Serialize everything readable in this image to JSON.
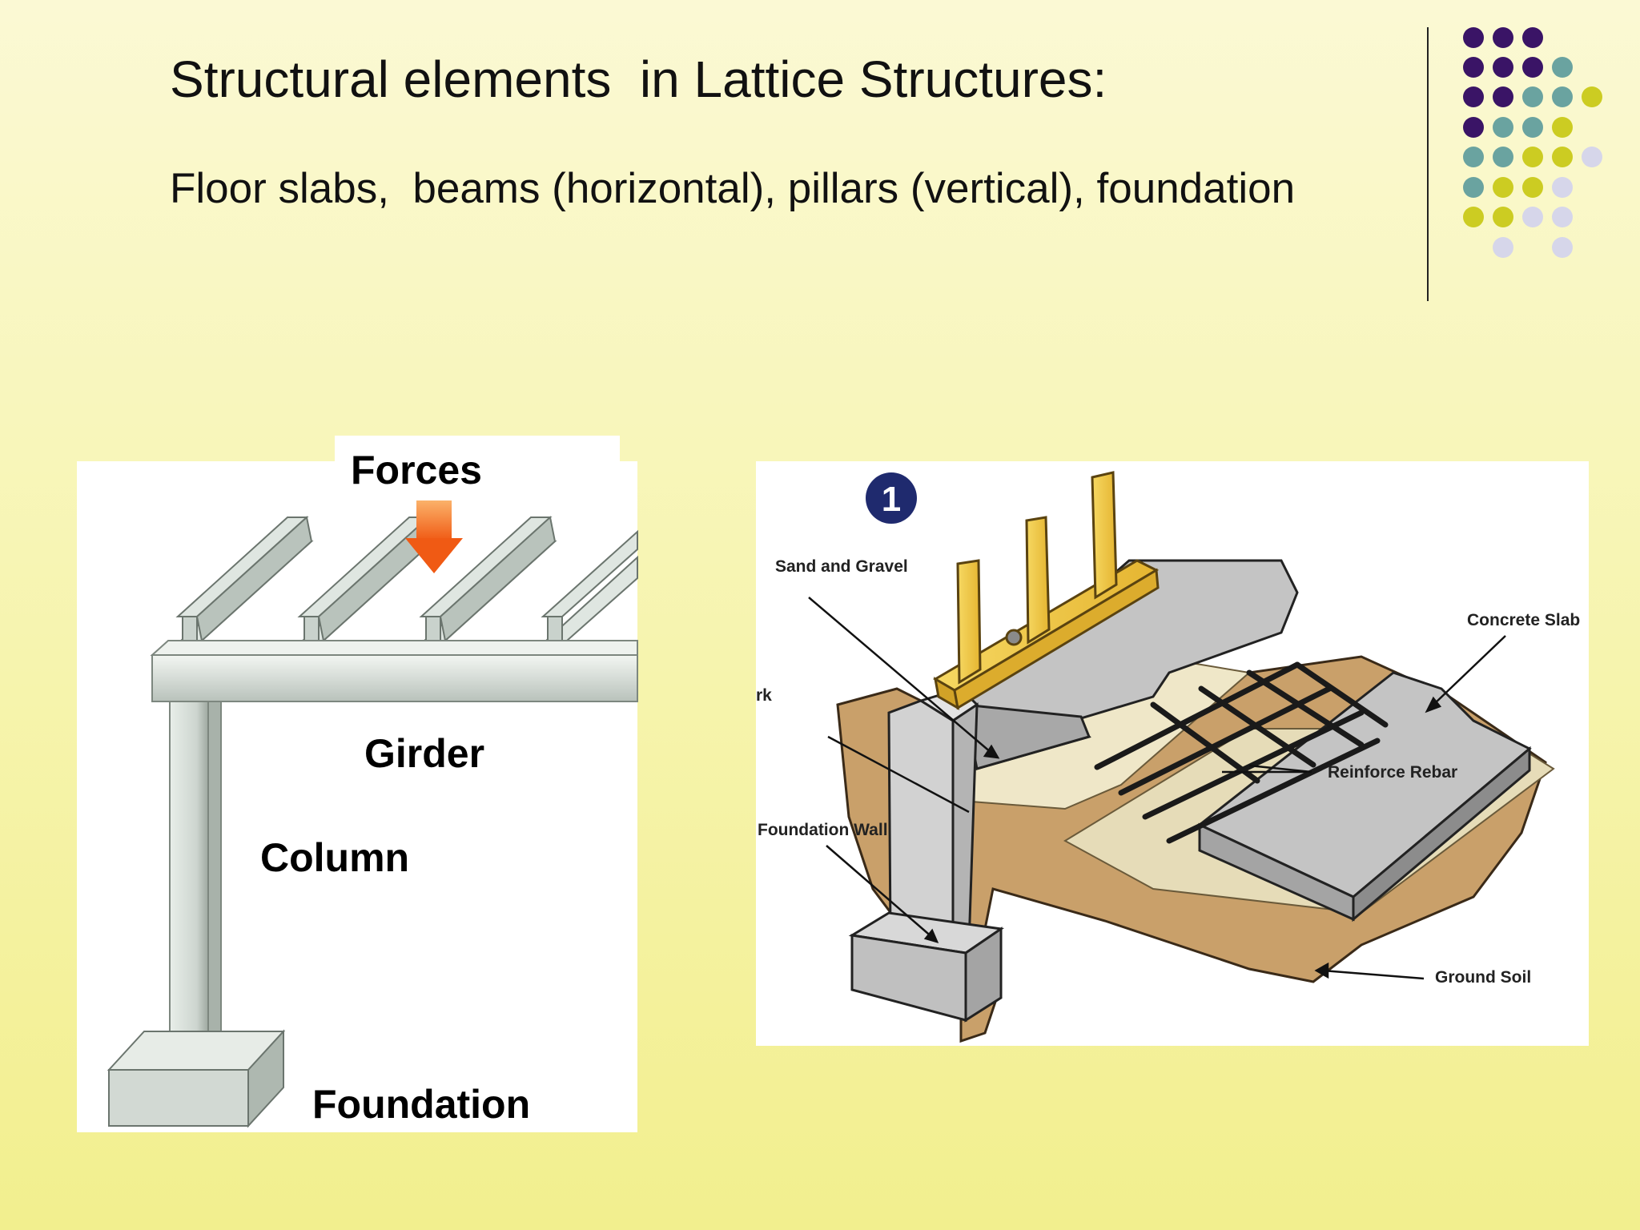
{
  "slide": {
    "title": "Structural elements  in Lattice Structures:",
    "subtitle": "Floor slabs,  beams (horizontal), pillars (vertical), foundation"
  },
  "left_figure": {
    "labels": {
      "forces": "Forces",
      "girder": "Girder",
      "column": "Column",
      "foundation": "Foundation"
    }
  },
  "right_figure": {
    "step_number": "1",
    "labels": {
      "sand_gravel": "Sand and Gravel",
      "concrete_slab": "Concrete Slab",
      "partial_label": "rk",
      "reinforce_rebar": "Reinforce Rebar",
      "foundation_wall": "Foundation Wall",
      "ground_soil": "Ground Soil"
    }
  },
  "colors": {
    "purple": "#3a1466",
    "teal": "#6aa3a0",
    "olive": "#cccc22",
    "lavender": "#d6d6ea",
    "arrow_orange": "#f07a1e",
    "wood_yellow": "#f1cb4a",
    "badge_navy": "#1f2a6e"
  }
}
